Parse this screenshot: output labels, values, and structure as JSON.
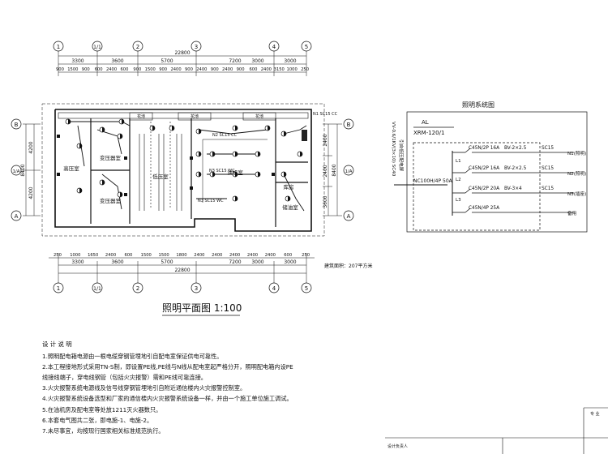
{
  "plan": {
    "title": "照明平面图 1:100",
    "area_note": "建筑面积：207平方米",
    "axis_numbers": [
      "1",
      "1/1",
      "2",
      "3",
      "4",
      "5"
    ],
    "axis_letters": [
      "B",
      "1/A",
      "A"
    ],
    "top_dims": [
      "3300",
      "3600",
      "5700",
      "7200",
      "3000",
      "3000"
    ],
    "top_total": "22800",
    "top_subdims": [
      "900",
      "1500",
      "900",
      "600",
      "2400",
      "600",
      "900",
      "1500",
      "900",
      "2400",
      "900",
      "2400",
      "900",
      "2400",
      "900",
      "600",
      "2400",
      "3150",
      "1000",
      "250"
    ],
    "bottom_dims": [
      "3300",
      "3600",
      "5700",
      "7200",
      "3000",
      "3000"
    ],
    "bottom_total": "22800",
    "bottom_subdims": [
      "250",
      "1000",
      "1650",
      "2400",
      "600",
      "1500",
      "1500",
      "1800",
      "2400",
      "2400",
      "2400",
      "2400",
      "2400",
      "600",
      "250"
    ],
    "left_dims": [
      "4200",
      "4200"
    ],
    "left_total": "8400",
    "right_dims": [
      "2400",
      "2400",
      "3600"
    ],
    "right_total": "8400",
    "rooms": {
      "high_voltage": "高压室",
      "transformer_1": "变压器室",
      "transformer_2": "变压器室",
      "low_voltage": "低压室",
      "generator": "油机室",
      "storage": "库房",
      "battery": "储油室",
      "flower_1": "花池",
      "flower_2": "花池",
      "flower_3": "花池"
    },
    "cables": {
      "n1": "N1 SC15 CC",
      "n2": "N2 SC15 CC",
      "n3_top": "N3 SC15 WC",
      "n3_bottom": "N3 SC15 WC"
    }
  },
  "system": {
    "title": "照明系统图",
    "panel_name": "AL",
    "panel_model": "XRM-120/1",
    "incoming_cable": "VV-0.6/1KV(3×10) SC40",
    "incoming_note": "引自低压配电屏",
    "main_breaker": "NC100H/4P 50A",
    "phases": [
      "L1",
      "L2",
      "L3"
    ],
    "branches": [
      {
        "breaker": "C45N/2P 16A",
        "cable": "BV-2×2.5",
        "conduit": "SC15",
        "circuit": "N1(照明)"
      },
      {
        "breaker": "C45N/2P 16A",
        "cable": "BV-2×2.5",
        "conduit": "SC15",
        "circuit": "N2(照明)"
      },
      {
        "breaker": "C45N/2P 20A",
        "cable": "BV-3×4",
        "conduit": "SC15",
        "circuit": "N3(插座)"
      },
      {
        "breaker": "C45N/4P 25A",
        "cable": "",
        "conduit": "",
        "circuit": "备用"
      }
    ]
  },
  "notes": {
    "heading": "设 计 说 明",
    "items": [
      "1.照明配电箱电源由一根电缆穿钢管埋地引自配电室保证供电可靠性。",
      "2.本工程接地形式采用TN-S制，即设置PE线,PE线与N线从配电室起严格分开，照明配电箱内设PE",
      "   线接线端子，穿电线钢管（包括火灾报警）需和PE线可靠连接。",
      "3.火灾报警系统电源线及信号线穿钢管埋地引自附近通信楼内火灾报警控制室。",
      "4.火灾报警系统设备选型和厂家的通信楼内火灾报警系统设备一样，并由一个施工单位施工调试。",
      "5.在油机房及配电室等处放1211灭火器数只。",
      "6.本套电气图共二张，即电施-1、电施-2。",
      "7.未尽事宜，均按现行国家相关标准规范执行。"
    ]
  },
  "title_block": {
    "label_top": "专 业",
    "label_bottom": "设计负责人"
  }
}
